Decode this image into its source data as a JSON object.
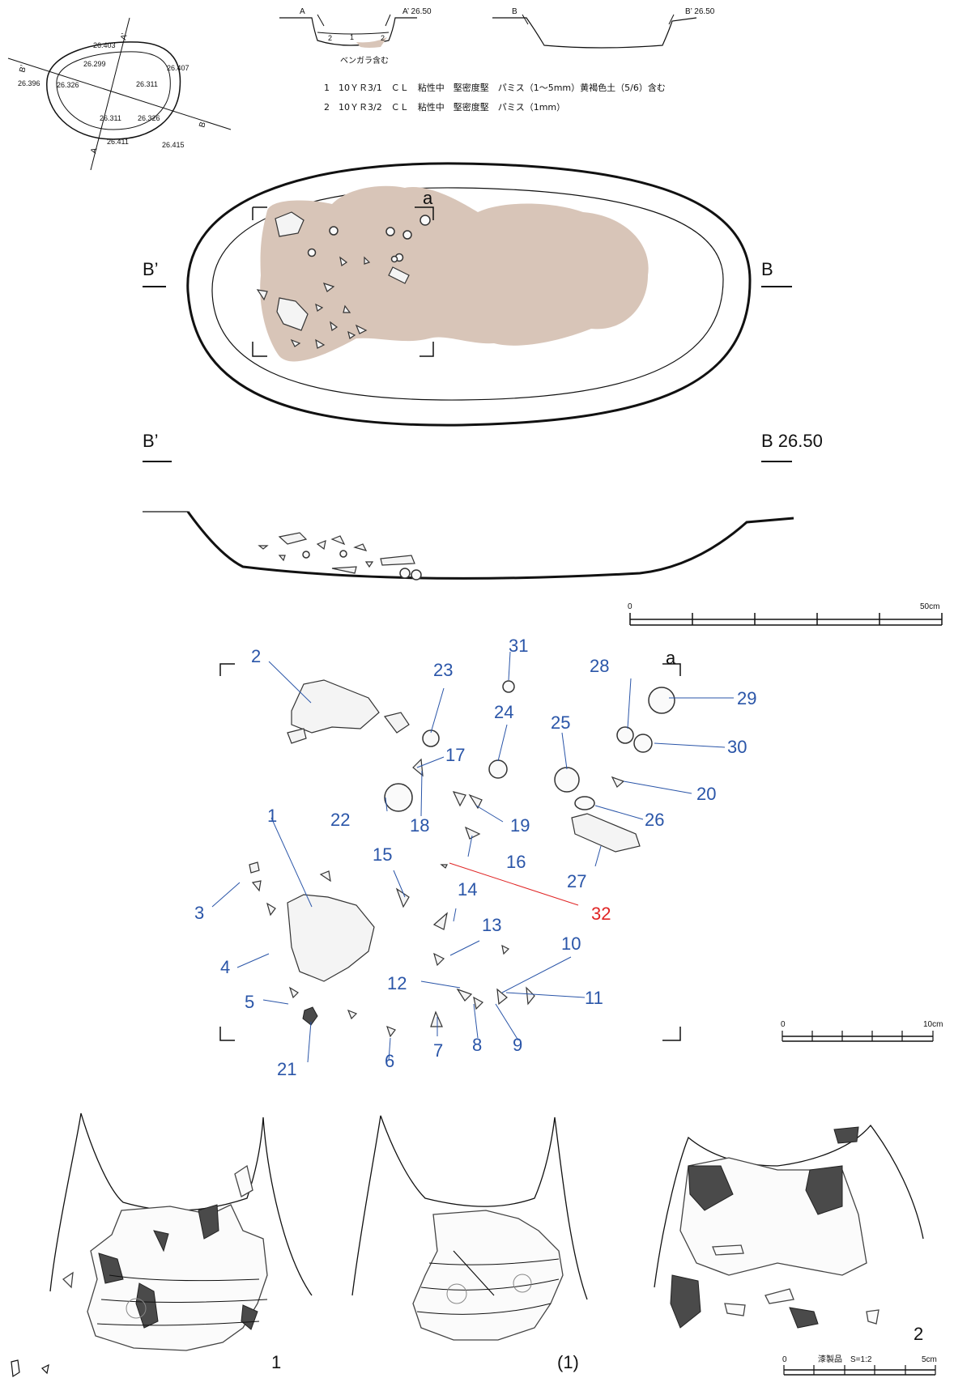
{
  "plan": {
    "labels": {
      "a": "a",
      "b_prime": "B’",
      "b": "B",
      "b_level": "B 26.50",
      "b_prime2": "B’"
    }
  },
  "key_plan": {
    "elevations": [
      "26.403",
      "26.299",
      "26.407",
      "26.396",
      "26.326",
      "26.311",
      "26.311",
      "26.326",
      "26.411",
      "26.415"
    ],
    "labels": {
      "a": "A",
      "a_prime": "A’",
      "b": "B",
      "b_prime": "B’"
    }
  },
  "section_a": {
    "left_label": "A",
    "right_label": "A’ 26.50",
    "layers": [
      "1",
      "2",
      "2"
    ],
    "note": "ベンガラ含む"
  },
  "section_b": {
    "left_label": "B",
    "right_label": "B’ 26.50"
  },
  "soil_layers": [
    "1　10ＹＲ3/1　ＣＬ　粘性中　堅密度堅　パミス（1～5mm）黄褐色土（5/6）含む",
    "2　10ＹＲ3/2　ＣＬ　粘性中　堅密度堅　パミス（1mm）"
  ],
  "scale_50": {
    "zero": "0",
    "end": "50cm"
  },
  "scale_10": {
    "zero": "0",
    "end": "10cm"
  },
  "scale_5": {
    "zero": "0",
    "title": "漆製品　S=1:2",
    "end": "5cm"
  },
  "detail": {
    "corner_label": "a",
    "numbers": [
      "1",
      "2",
      "3",
      "4",
      "5",
      "6",
      "7",
      "8",
      "9",
      "10",
      "11",
      "12",
      "13",
      "14",
      "15",
      "16",
      "17",
      "18",
      "19",
      "20",
      "21",
      "22",
      "23",
      "24",
      "25",
      "26",
      "27",
      "28",
      "29",
      "30",
      "31"
    ],
    "highlight": "32"
  },
  "artifact_labels": {
    "first": "1",
    "first_reverse": "(1)",
    "second": "2"
  },
  "colors": {
    "soil_stain": "#d8c5b8",
    "blue_label": "#2a55a8",
    "red_label": "#e02424",
    "lacquer_dark": "#4a4a4a"
  }
}
